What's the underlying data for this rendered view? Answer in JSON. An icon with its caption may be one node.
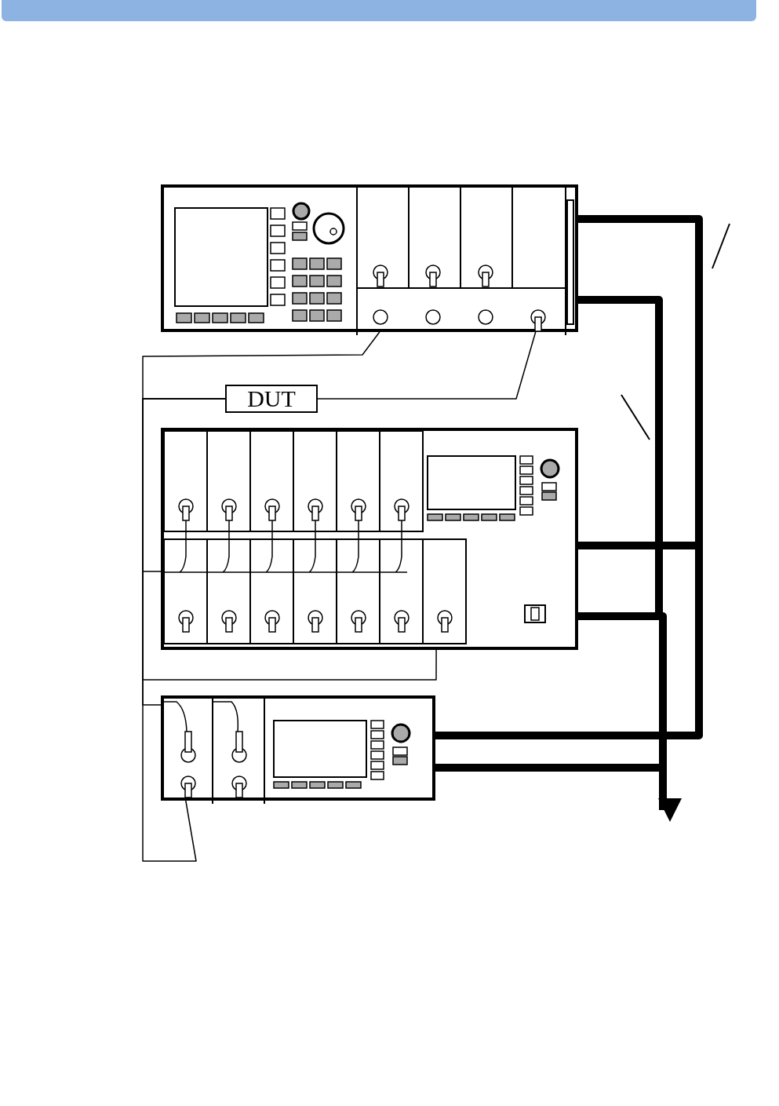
{
  "diagram": {
    "nodes": [
      {
        "text": [],
        "shape": "picture"
      },
      {
        "text": [
          "DUT"
        ]
      },
      {
        "text": [],
        "shape": "picture"
      },
      {
        "text": [],
        "shape": "picture"
      }
    ],
    "edges": [
      {
        "from": 1,
        "to": 0,
        "arrow": "none"
      },
      {
        "from": 1,
        "to": 0,
        "arrow": "none"
      },
      {
        "from": 1,
        "to": 2,
        "arrow": "none"
      },
      {
        "from": 1,
        "to": 2,
        "arrow": "none"
      },
      {
        "from": 1,
        "to": 3,
        "arrow": "none"
      },
      {
        "from": 1,
        "to": 3,
        "arrow": "none"
      },
      {
        "from": 0,
        "to": 2,
        "arrow": "none",
        "style": "thick"
      },
      {
        "from": 2,
        "to": 3,
        "arrow": "none",
        "style": "thick"
      },
      {
        "from": 0,
        "to": 2,
        "arrow": "none",
        "style": "thick"
      },
      {
        "from": 2,
        "to": 3,
        "arrow": "none",
        "style": "thick"
      },
      {
        "from": 3,
        "to": null,
        "arrow": "to",
        "style": "thick"
      }
    ]
  }
}
